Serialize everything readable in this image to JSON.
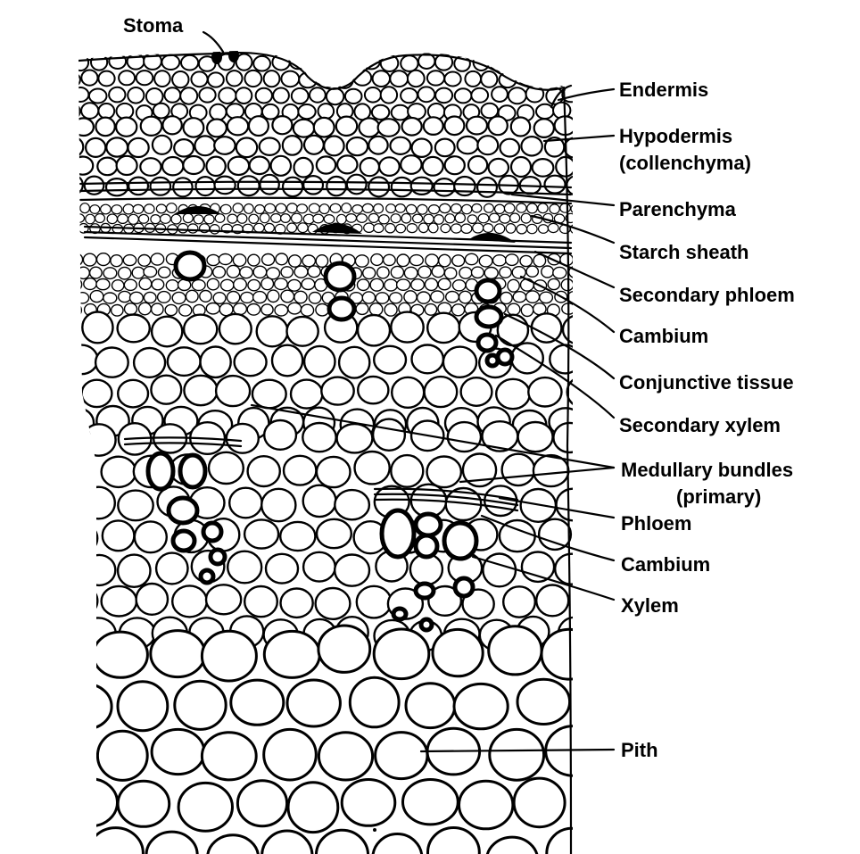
{
  "diagram": {
    "labels": {
      "stoma": "Stoma",
      "endermis": "Endermis",
      "hypodermis": "Hypodermis",
      "collenchyma": "(collenchyma)",
      "parenchyma": "Parenchyma",
      "starch_sheath": "Starch sheath",
      "secondary_phloem": "Secondary phloem",
      "cambium_outer": "Cambium",
      "conjunctive_tissue": "Conjunctive tissue",
      "secondary_xylem": "Secondary xylem",
      "medullary_bundles": "Medullary bundles",
      "primary": "(primary)",
      "phloem": "Phloem",
      "cambium_inner": "Cambium",
      "xylem": "Xylem",
      "pith": "Pith"
    }
  }
}
